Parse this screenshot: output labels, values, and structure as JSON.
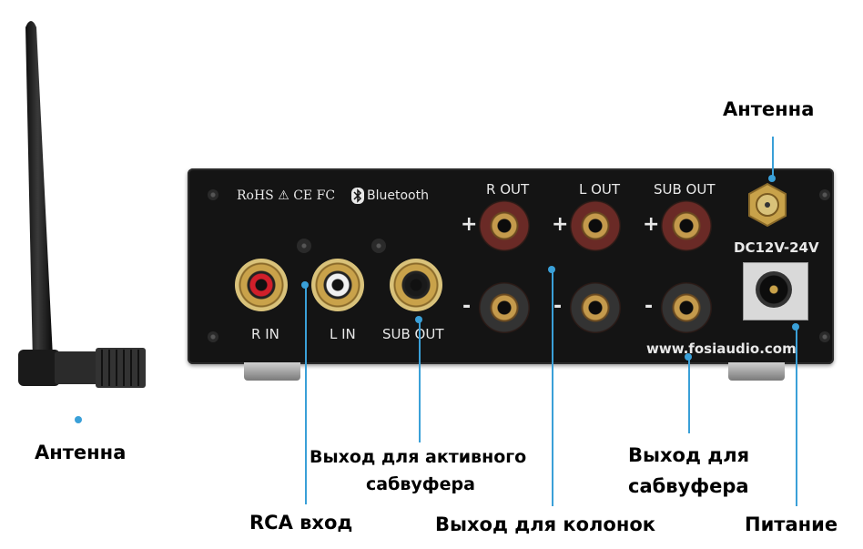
{
  "panel": {
    "cert_text": "RoHS ⚠ CE FC",
    "bluetooth_text": "Bluetooth",
    "r_out": "R OUT",
    "l_out": "L OUT",
    "sub_out_top": "SUB OUT",
    "plus": "+",
    "minus": "-",
    "r_in": "R IN",
    "l_in": "L IN",
    "sub_out_bottom": "SUB OUT",
    "dc_label": "DC12V-24V",
    "website": "www.fosiaudio.com"
  },
  "callouts": {
    "antenna_left": "Антенна",
    "antenna_right": "Антенна",
    "active_sub_line1": "Выход для активного",
    "active_sub_line2": "сабвуфера",
    "rca_input": "RCA вход",
    "speaker_out": "Выход для колонок",
    "sub_out_line1": "Выход для",
    "sub_out_line2": "сабвуфера",
    "power": "Питание"
  },
  "colors": {
    "callout_line": "#3aa0d8",
    "rca_red": "#d11f2a",
    "rca_white": "#f0f0f0",
    "rca_black": "#1a1a1a",
    "post_red_cap": "#6a2a26",
    "post_black_cap": "#333333",
    "panel": "#141414"
  },
  "icons": [
    "antenna-icon",
    "bluetooth-icon",
    "screw-icon",
    "rca-jack-icon",
    "binding-post-icon",
    "sma-connector-icon",
    "dc-power-jack-icon"
  ]
}
